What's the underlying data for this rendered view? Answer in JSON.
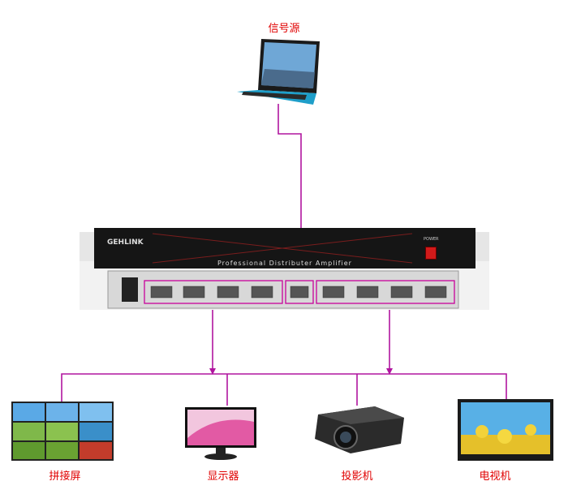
{
  "source_label": "信号源",
  "device": {
    "brand": "GEHLINK",
    "panel_text": "Professional Distributer Amplifier",
    "power_label": "POWER"
  },
  "outputs": [
    {
      "label": "拼接屏",
      "icon": "video-wall-icon"
    },
    {
      "label": "显示器",
      "icon": "monitor-icon"
    },
    {
      "label": "投影机",
      "icon": "projector-icon"
    },
    {
      "label": "电视机",
      "icon": "tv-icon"
    }
  ],
  "colors": {
    "wire": "#b0159f",
    "label": "#e00000",
    "accent": "#c8009a"
  }
}
